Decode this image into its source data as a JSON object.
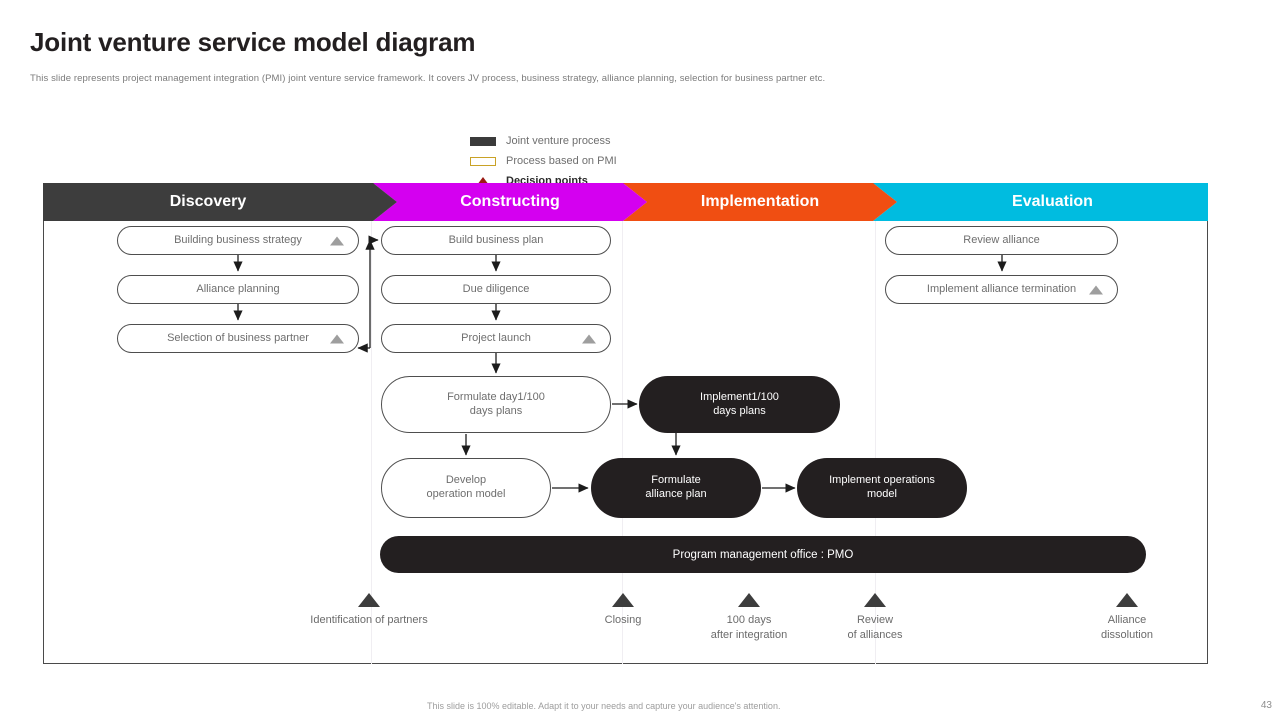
{
  "header": {
    "title": "Joint venture service model diagram",
    "subtitle": "This slide represents project management integration (PMI)  joint venture service framework. It covers JV process, business strategy, alliance planning, selection for business partner etc."
  },
  "legend": {
    "items": [
      {
        "label": "Joint venture process",
        "swatch": "filled-dark-bar",
        "color": "#3b3b3b"
      },
      {
        "label": "Process based on PMI",
        "swatch": "outline-bar",
        "color": "#c9a227"
      },
      {
        "label": "Decision points",
        "swatch": "triangle-up",
        "color": "#9b1b14"
      }
    ]
  },
  "phases": [
    {
      "label": "Discovery",
      "color": "#3d3d3d"
    },
    {
      "label": "Constructing",
      "color": "#d400f0"
    },
    {
      "label": "Implementation",
      "color": "#f04e12"
    },
    {
      "label": "Evaluation",
      "color": "#00bce0"
    }
  ],
  "nodes": {
    "discovery": [
      {
        "label": "Building business strategy",
        "style": "outline",
        "marker": true
      },
      {
        "label": "Alliance planning",
        "style": "outline",
        "marker": false
      },
      {
        "label": "Selection of business partner",
        "style": "outline",
        "marker": true
      }
    ],
    "constructing": [
      {
        "label": "Build business plan",
        "style": "outline",
        "marker": false
      },
      {
        "label": "Due diligence",
        "style": "outline",
        "marker": false
      },
      {
        "label": "Project launch",
        "style": "outline",
        "marker": true
      },
      {
        "label": "Formulate day1/100\ndays plans",
        "style": "outline",
        "marker": false
      },
      {
        "label": "Develop\noperation model",
        "style": "outline",
        "marker": false
      }
    ],
    "implementation": [
      {
        "label": "Implement1/100\ndays plans",
        "style": "filled",
        "marker": false
      },
      {
        "label": "Formulate\nalliance plan",
        "style": "filled",
        "marker": false
      },
      {
        "label": "Implement operations\nmodel",
        "style": "filled",
        "marker": false
      }
    ],
    "evaluation": [
      {
        "label": "Review  alliance",
        "style": "outline",
        "marker": false
      },
      {
        "label": "Implement  alliance termination",
        "style": "outline",
        "marker": true
      }
    ],
    "pmo": {
      "label": "Program management office : PMO",
      "style": "filled"
    }
  },
  "decision_points": [
    {
      "label": "Identification  of partners"
    },
    {
      "label": "Closing"
    },
    {
      "label": "100 days\nafter integration"
    },
    {
      "label": "Review\nof alliances"
    },
    {
      "label": "Alliance\ndissolution"
    }
  ],
  "footer": {
    "note": "This slide is 100% editable. Adapt it to your needs and capture your audience's attention.",
    "page": "43"
  }
}
